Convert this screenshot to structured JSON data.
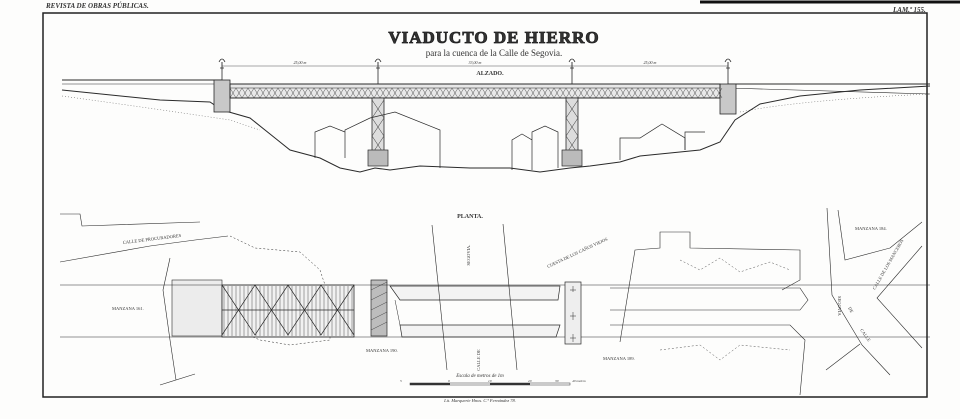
{
  "header": {
    "journal": "REVISTA DE OBRAS PÚBLICAS.",
    "plate": "LAM.ª 155."
  },
  "title": {
    "main": "VIADUCTO DE HIERRO",
    "subtitle": "para la cuenca de la Calle de Segovia."
  },
  "elevation": {
    "label": "ALZADO.",
    "spans": [
      "25,00 m",
      "33,00 m",
      "25,00 m"
    ]
  },
  "plan": {
    "label": "PLANTA.",
    "streets": {
      "procuradores": "CALLE DE PROCURADORES",
      "segovia_top": "SEGOVIA.",
      "segovia_bottom": "CALLE DE",
      "canos": "CUESTA DE LOS CAÑOS VIEJOS",
      "mancebos": "CALLE DE LOS MANCEBOS",
      "right_1": "SEGOVIA",
      "right_2": "DE",
      "right_3": "CALLE"
    },
    "blocks": {
      "m161": "MANZANA 161.",
      "m190": "MANZANA 190.",
      "m189": "MANZANA 189.",
      "m184": "MANZANA 184."
    }
  },
  "scale": {
    "title": "Escala de metros de 1m",
    "ticks": [
      "5",
      "0",
      "10",
      "20",
      "30",
      "40 metros"
    ]
  },
  "footer": {
    "printer": "Lit. Marquerie Hnos. C.ª Fernández 78."
  },
  "colors": {
    "ink": "#2a2a2a",
    "paper": "#fdfdfc"
  }
}
